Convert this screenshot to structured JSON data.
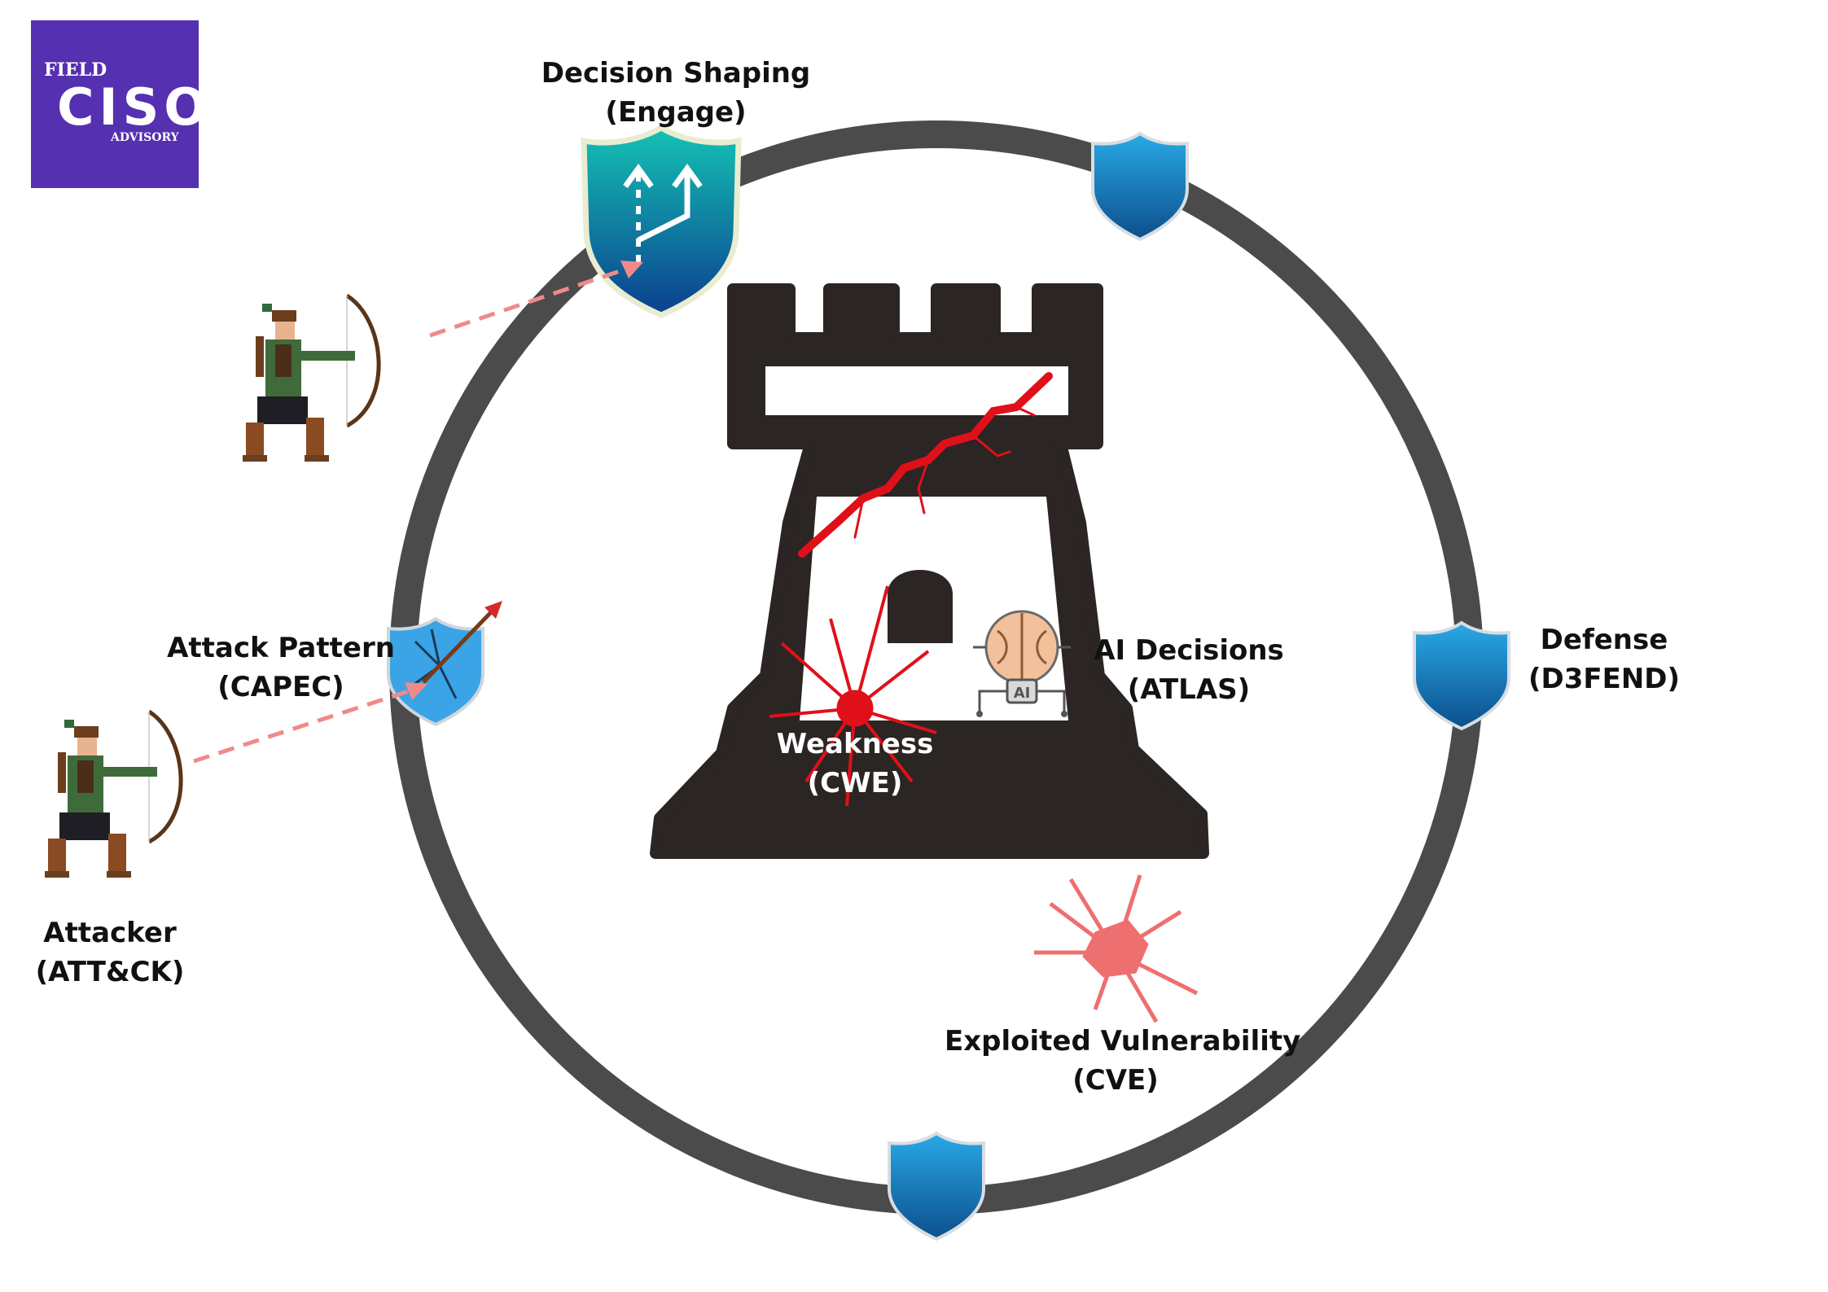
{
  "logo": {
    "line1": "FIELD",
    "line2": "CISO",
    "line3": "ADVISORY",
    "background": "#5530b0"
  },
  "labels": {
    "decision_shaping": {
      "title": "Decision Shaping",
      "sub": "(Engage)"
    },
    "attack_pattern": {
      "title": "Attack Pattern",
      "sub": "(CAPEC)"
    },
    "attacker": {
      "title": "Attacker",
      "sub": "(ATT&CK)"
    },
    "ai_decisions": {
      "title": "AI Decisions",
      "sub": "(ATLAS)"
    },
    "defense": {
      "title": "Defense",
      "sub": "(D3FEND)"
    },
    "weakness": {
      "title": "Weakness",
      "sub": "(CWE)"
    },
    "exploited_vulnerability": {
      "title": "Exploited Vulnerability",
      "sub": "(CVE)"
    }
  },
  "icons": {
    "tower": "castle-tower-icon",
    "ring": "defense-ring",
    "shield": "shield-icon",
    "archer": "archer-icon",
    "brain": "ai-brain-icon",
    "crack": "crack-icon",
    "arrow": "attack-arrow"
  },
  "colors": {
    "ring": "#4b4b4b",
    "tower": "#2b2523",
    "shield_blue": "#1a8fd0",
    "shield_dark": "#0d5f9c",
    "engage_shield": "#12b3b0",
    "crack_red": "#e0101a",
    "crack_pink": "#ee6f70",
    "arrow_pink": "#f08a8a",
    "archer_green": "#3f6b3a"
  }
}
